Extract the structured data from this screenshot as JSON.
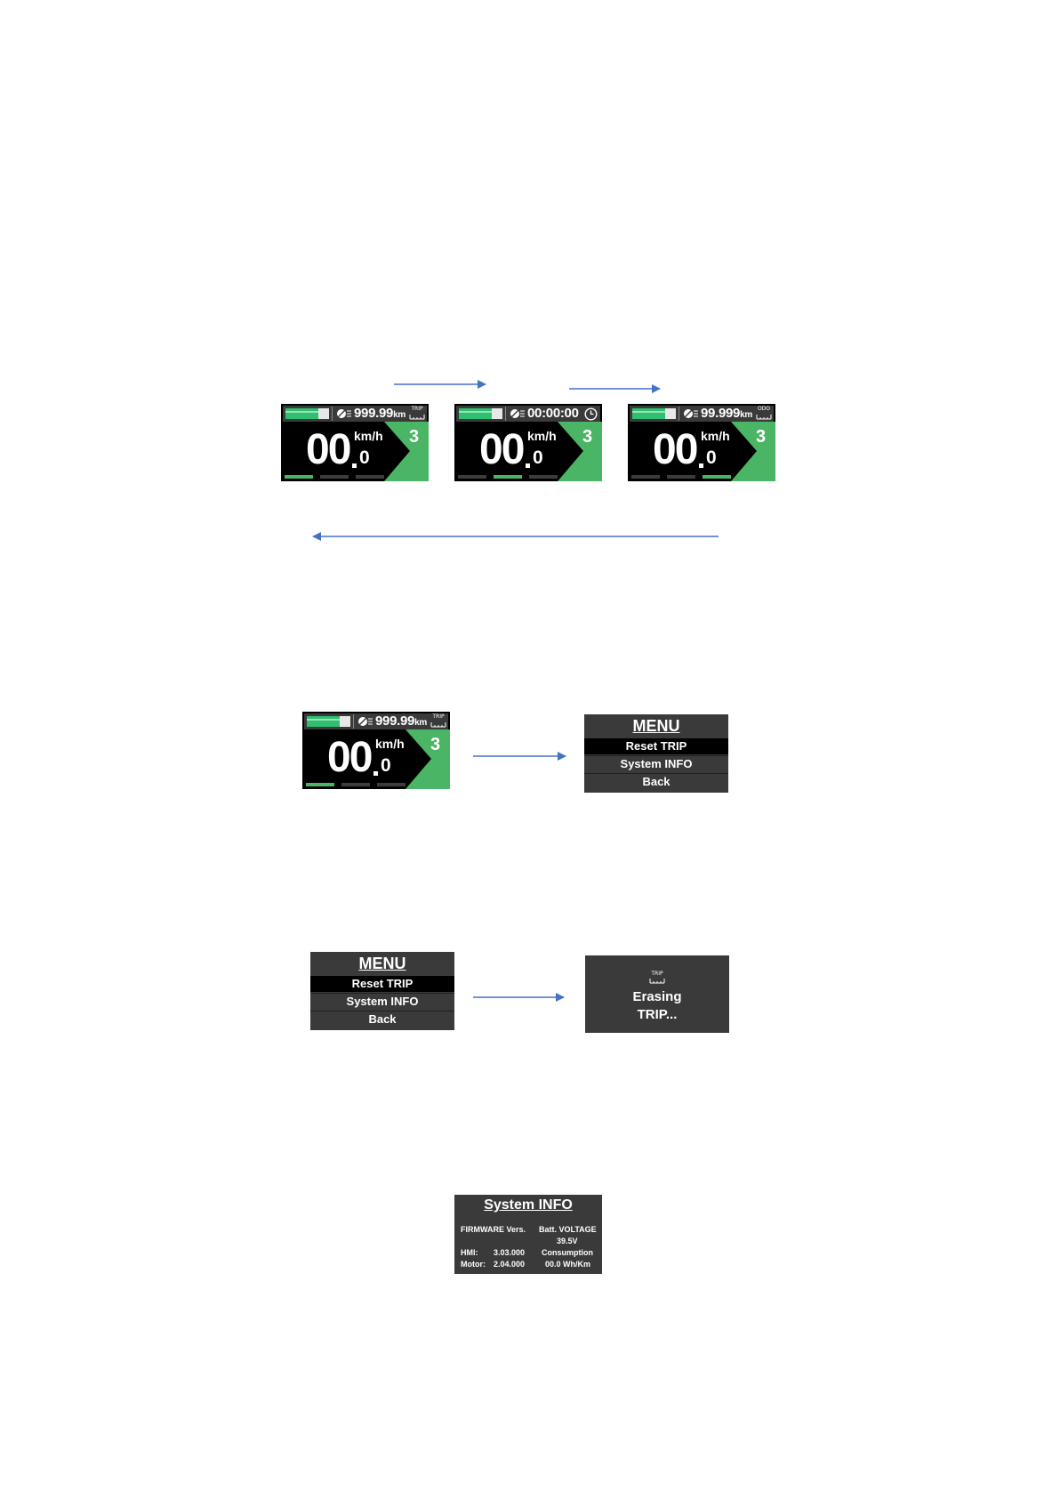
{
  "colors": {
    "accent": "#4ab564",
    "battery": "#2fbf71",
    "arrow": "#4472c4",
    "screen_bg": "#3a3a3a",
    "page_inactive": "#3c3c3c"
  },
  "dashboards": [
    {
      "value": "999.99",
      "unit": "km",
      "mode_label": "TRIP",
      "mode_icon": "ruler-icon",
      "speed": "00",
      "speed_unit": "km/h",
      "decimal": "0",
      "assist_level": "3",
      "active_page": 1
    },
    {
      "value": "00:00:00",
      "unit": "",
      "mode_label": "",
      "mode_icon": "clock-icon",
      "speed": "00",
      "speed_unit": "km/h",
      "decimal": "0",
      "assist_level": "3",
      "active_page": 2
    },
    {
      "value": "99.999",
      "unit": "km",
      "mode_label": "ODO",
      "mode_icon": "ruler-icon",
      "speed": "00",
      "speed_unit": "km/h",
      "decimal": "0",
      "assist_level": "3",
      "active_page": 3
    },
    {
      "value": "999.99",
      "unit": "km",
      "mode_label": "TRIP",
      "mode_icon": "ruler-icon",
      "speed": "00",
      "speed_unit": "km/h",
      "decimal": "0",
      "assist_level": "3",
      "active_page": 1
    }
  ],
  "battery_level": 0.75,
  "menus": [
    {
      "title": "MENU",
      "items": [
        "Reset TRIP",
        "System INFO",
        "Back"
      ],
      "selected": 0
    },
    {
      "title": "MENU",
      "items": [
        "Reset TRIP",
        "System INFO",
        "Back"
      ],
      "selected": 0
    }
  ],
  "erasing": {
    "icon_label": "TRIP",
    "line1": "Erasing",
    "line2": "TRIP..."
  },
  "system_info": {
    "title": "System INFO",
    "firmware_label": "FIRMWARE Vers.",
    "hmi_label": "HMI:",
    "hmi_value": "3.03.000",
    "motor_label": "Motor:",
    "motor_value": "2.04.000",
    "voltage_label": "Batt. VOLTAGE",
    "voltage_value": "39.5V",
    "consumption_label": "Consumption",
    "consumption_value": "00.0 Wh/Km"
  }
}
